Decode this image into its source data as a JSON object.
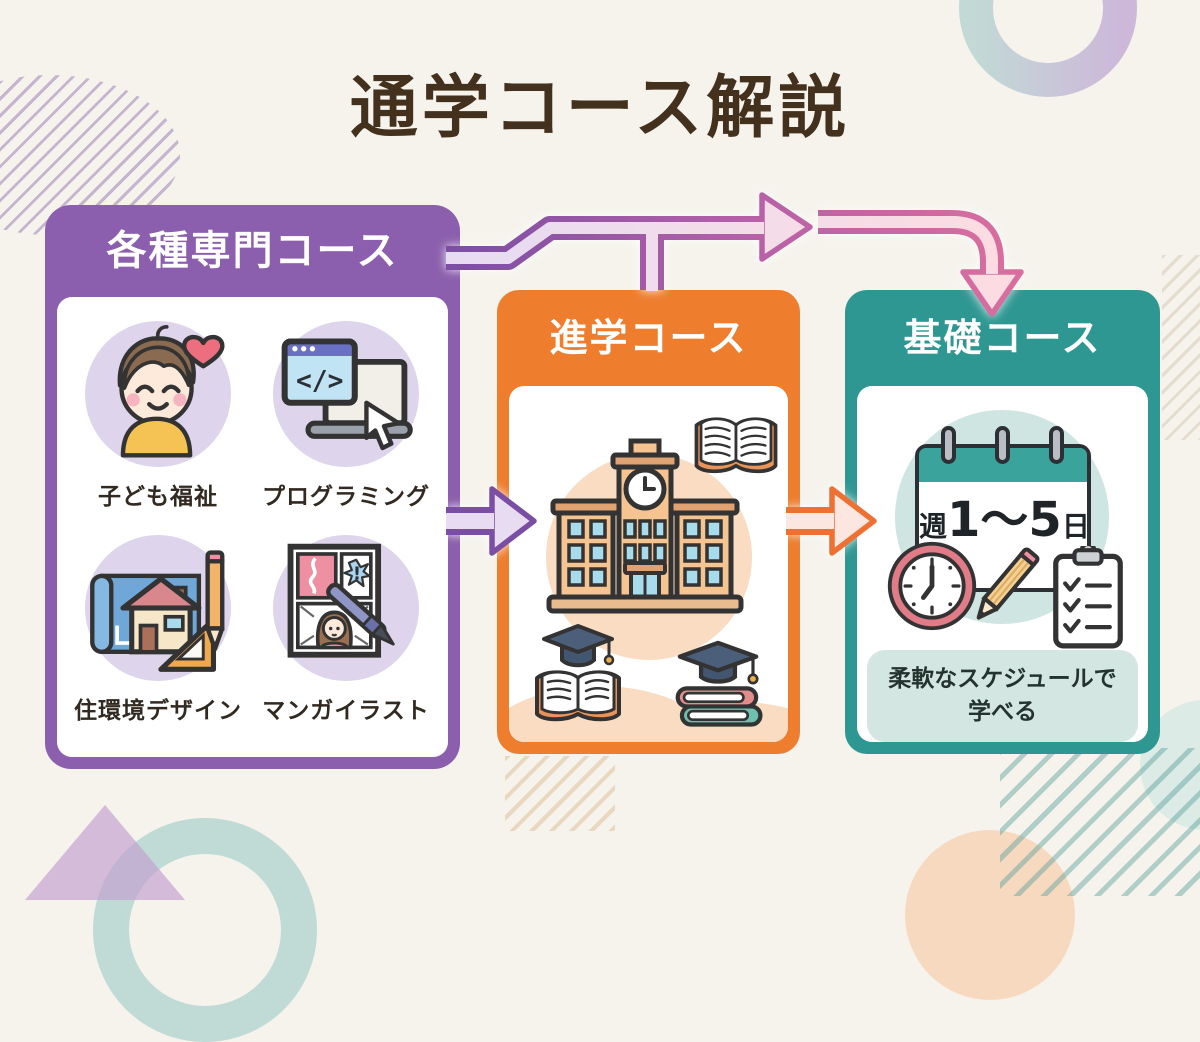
{
  "title": "通学コース解説",
  "cards": {
    "specialized": {
      "header": "各種専門コース",
      "items": [
        {
          "label": "子ども福祉",
          "icon": "child-heart-icon"
        },
        {
          "label": "プログラミング",
          "icon": "laptop-code-icon"
        },
        {
          "label": "住環境デザイン",
          "icon": "house-blueprint-icon"
        },
        {
          "label": "マンガイラスト",
          "icon": "manga-pen-icon"
        }
      ]
    },
    "advancement": {
      "header": "進学コース"
    },
    "basic": {
      "header": "基礎コース",
      "calendar": {
        "prefix": "週",
        "range": "1〜5",
        "suffix": "日"
      },
      "note_line1": "柔軟なスケジュールで",
      "note_line2": "学べる"
    }
  },
  "colors": {
    "background": "#f5f3ec",
    "title_text": "#43301d",
    "purple_card": "#8b5fad",
    "orange_card": "#ee7d2e",
    "teal_card": "#2f9792",
    "lavender_disc": "#ded4eb",
    "arrow_purple": "#7b4fa2",
    "arrow_pink": "#d96e9e",
    "arrow_orange": "#ef7033"
  }
}
